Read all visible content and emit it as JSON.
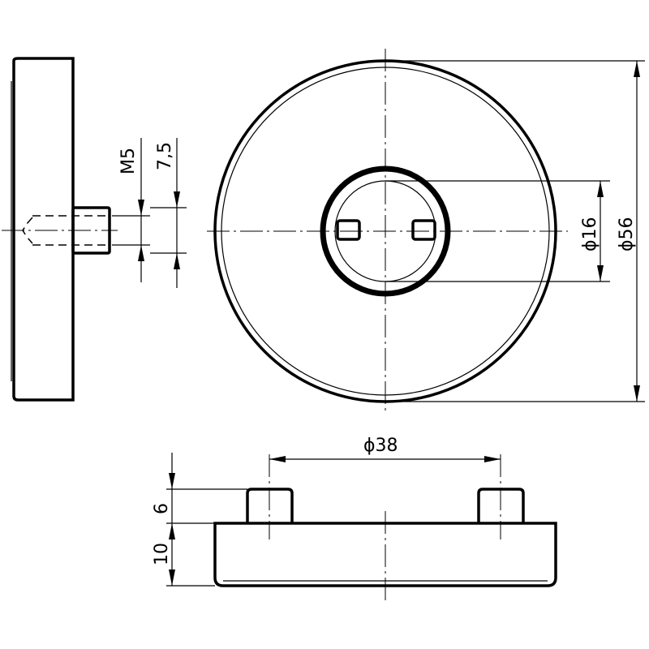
{
  "drawing": {
    "title": "Rosette technical drawing",
    "dimensions": {
      "thread": "M5",
      "thread_length": "7,5",
      "inner_diameter": "16",
      "outer_diameter": "56",
      "pin_spacing": "38",
      "pin_height": "6",
      "base_height": "10",
      "diameter_symbol": "ϕ"
    }
  }
}
